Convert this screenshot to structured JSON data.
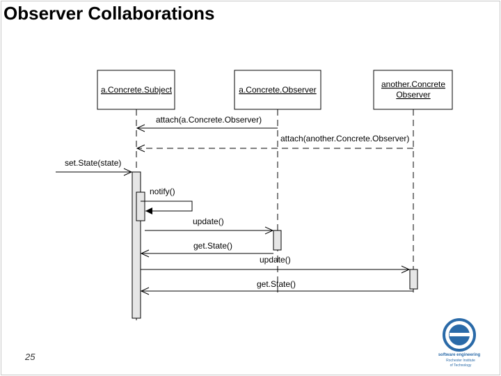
{
  "slide": {
    "title": "Observer Collaborations",
    "page_number": "25"
  },
  "objects": [
    {
      "id": "subject",
      "line1": "a.Concrete.Subject",
      "line2": ""
    },
    {
      "id": "observer",
      "line1": "a.Concrete.Observer",
      "line2": ""
    },
    {
      "id": "another",
      "line1": "another.Concrete",
      "line2": "Observer"
    }
  ],
  "messages": {
    "attach1": "attach(a.Concrete.Observer)",
    "attach2": "attach(another.Concrete.Observer)",
    "setState": "set.State(state)",
    "notify": "notify()",
    "update1": "update()",
    "getState1": "get.State()",
    "update2": "update()",
    "getState2": "get.State()"
  },
  "logo": {
    "line1": "software engineering",
    "line2": "Rochester Institute",
    "line3": "of Technology",
    "color": "#2a6aa8"
  }
}
